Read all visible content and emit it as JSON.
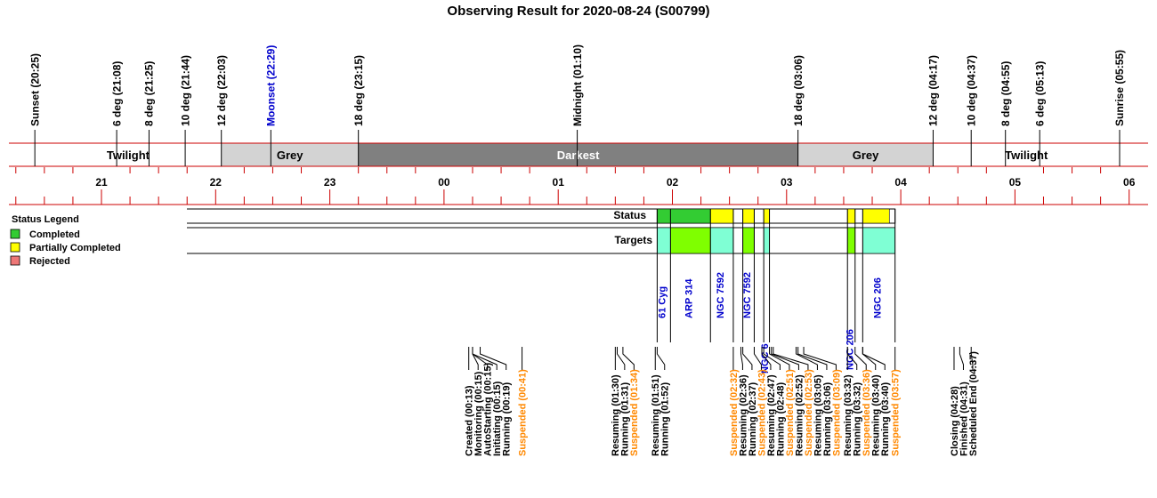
{
  "title": "Observing Result for 2020-08-24 (S00799)",
  "colors": {
    "frame": "#cc0000",
    "twilight": "#ffffff",
    "grey": "#d3d3d3",
    "darkest": "#808080",
    "completed": "#33cc33",
    "partial": "#ffff00",
    "rejected": "#ee7777",
    "target_a": "#7fffd4",
    "target_b": "#7fff00",
    "target_label": "#0000cc",
    "suspended": "#ff8800",
    "moonset": "#0000cc"
  },
  "chart_data": {
    "type": "timeline",
    "x_unit": "hour",
    "xlim": [
      "20:15",
      "06:10"
    ],
    "hour_ticks": [
      "21",
      "22",
      "23",
      "00",
      "01",
      "02",
      "03",
      "04",
      "05",
      "06"
    ],
    "sky_events": [
      {
        "label": "Sunset (20:25)",
        "time": "20:25",
        "color": "black"
      },
      {
        "label": "6 deg (21:08)",
        "time": "21:08",
        "color": "black"
      },
      {
        "label": "8 deg (21:25)",
        "time": "21:25",
        "color": "black"
      },
      {
        "label": "10 deg (21:44)",
        "time": "21:44",
        "color": "black"
      },
      {
        "label": "12 deg (22:03)",
        "time": "22:03",
        "color": "black"
      },
      {
        "label": "Moonset (22:29)",
        "time": "22:29",
        "color": "blue"
      },
      {
        "label": "18 deg (23:15)",
        "time": "23:15",
        "color": "black"
      },
      {
        "label": "Midnight (01:10)",
        "time": "01:10",
        "color": "black"
      },
      {
        "label": "18 deg (03:06)",
        "time": "03:06",
        "color": "black"
      },
      {
        "label": "12 deg (04:17)",
        "time": "04:17",
        "color": "black"
      },
      {
        "label": "10 deg (04:37)",
        "time": "04:37",
        "color": "black"
      },
      {
        "label": "8 deg (04:55)",
        "time": "04:55",
        "color": "black"
      },
      {
        "label": "6 deg (05:13)",
        "time": "05:13",
        "color": "black"
      },
      {
        "label": "Sunrise (05:55)",
        "time": "05:55",
        "color": "black"
      }
    ],
    "periods": [
      {
        "label": "Twilight",
        "start": "20:25",
        "end": "22:03",
        "kind": "twilight"
      },
      {
        "label": "Grey",
        "start": "22:03",
        "end": "23:15",
        "kind": "grey"
      },
      {
        "label": "Darkest",
        "start": "23:15",
        "end": "03:06",
        "kind": "darkest"
      },
      {
        "label": "Grey",
        "start": "03:06",
        "end": "04:17",
        "kind": "grey"
      },
      {
        "label": "Twilight",
        "start": "04:17",
        "end": "05:55",
        "kind": "twilight"
      }
    ],
    "legend": {
      "title": "Status Legend",
      "items": [
        {
          "label": "Completed",
          "kind": "completed"
        },
        {
          "label": "Partially Completed",
          "kind": "partial"
        },
        {
          "label": "Rejected",
          "kind": "rejected"
        }
      ]
    },
    "rows": {
      "status_label": "Status",
      "targets_label": "Targets"
    },
    "status_segments": [
      {
        "start": "01:52",
        "end": "02:20",
        "kind": "completed"
      },
      {
        "start": "02:20",
        "end": "02:32",
        "kind": "partial"
      },
      {
        "start": "02:37",
        "end": "02:43",
        "kind": "partial"
      },
      {
        "start": "02:48",
        "end": "02:51",
        "kind": "partial"
      },
      {
        "start": "03:32",
        "end": "03:36",
        "kind": "partial"
      },
      {
        "start": "03:40",
        "end": "03:54",
        "kind": "partial"
      }
    ],
    "status_line_end": "03:57",
    "targets": [
      {
        "label": "61 Cyg",
        "start": "01:52",
        "end": "01:59",
        "fill": "target_a",
        "text_color": "target_label"
      },
      {
        "label": "ARP 314",
        "start": "01:59",
        "end": "02:20",
        "fill": "target_b",
        "text_color": "target_label"
      },
      {
        "label": "NGC 7592",
        "start": "02:20",
        "end": "02:32",
        "fill": "target_a",
        "text_color": "target_label"
      },
      {
        "label": "NGC 7592",
        "start": "02:37",
        "end": "02:43",
        "fill": "target_b",
        "text_color": "target_label"
      },
      {
        "label": "NGC 6",
        "start": "02:48",
        "end": "02:51",
        "fill": "target_a",
        "text_color": "target_label"
      },
      {
        "label": "NGC 206",
        "start": "03:32",
        "end": "03:36",
        "fill": "target_b",
        "text_color": "target_label"
      },
      {
        "label": "NGC 206",
        "start": "03:40",
        "end": "03:57",
        "fill": "target_a",
        "text_color": "target_label"
      }
    ],
    "target_lines": [
      "01:52",
      "01:59",
      "02:20",
      "02:32",
      "02:37",
      "02:43",
      "02:48",
      "02:51",
      "03:32",
      "03:36",
      "03:40",
      "03:57"
    ],
    "log_events": [
      {
        "label": "Created (00:13)",
        "time": "00:13",
        "color": "black"
      },
      {
        "label": "Monitoring (00:15)",
        "time": "00:15",
        "color": "black"
      },
      {
        "label": "AutoStarting (00:15)",
        "time": "00:15",
        "color": "black"
      },
      {
        "label": "Initiating (00:15)",
        "time": "00:15",
        "color": "black"
      },
      {
        "label": "Running (00:19)",
        "time": "00:19",
        "color": "black"
      },
      {
        "label": "Suspended (00:41)",
        "time": "00:41",
        "color": "orange"
      },
      {
        "label": "Resuming (01:30)",
        "time": "01:30",
        "color": "black"
      },
      {
        "label": "Running (01:31)",
        "time": "01:31",
        "color": "black"
      },
      {
        "label": "Suspended (01:34)",
        "time": "01:34",
        "color": "orange"
      },
      {
        "label": "Resuming (01:51)",
        "time": "01:51",
        "color": "black"
      },
      {
        "label": "Running (01:52)",
        "time": "01:52",
        "color": "black"
      },
      {
        "label": "Suspended (02:32)",
        "time": "02:32",
        "color": "orange"
      },
      {
        "label": "Resuming (02:36)",
        "time": "02:36",
        "color": "black"
      },
      {
        "label": "Running (02:37)",
        "time": "02:37",
        "color": "black"
      },
      {
        "label": "Suspended (02:43)",
        "time": "02:43",
        "color": "orange"
      },
      {
        "label": "Resuming (02:47)",
        "time": "02:47",
        "color": "black"
      },
      {
        "label": "Running (02:48)",
        "time": "02:48",
        "color": "black"
      },
      {
        "label": "Suspended (02:51)",
        "time": "02:51",
        "color": "orange"
      },
      {
        "label": "Resuming (02:52)",
        "time": "02:52",
        "color": "black"
      },
      {
        "label": "Suspended (02:53)",
        "time": "02:53",
        "color": "orange"
      },
      {
        "label": "Resuming (03:05)",
        "time": "03:05",
        "color": "black"
      },
      {
        "label": "Running (03:06)",
        "time": "03:06",
        "color": "black"
      },
      {
        "label": "Suspended (03:09)",
        "time": "03:09",
        "color": "orange"
      },
      {
        "label": "Resuming (03:32)",
        "time": "03:32",
        "color": "black"
      },
      {
        "label": "Running (03:32)",
        "time": "03:32",
        "color": "black"
      },
      {
        "label": "Suspended (03:36)",
        "time": "03:36",
        "color": "orange"
      },
      {
        "label": "Resuming (03:40)",
        "time": "03:40",
        "color": "black"
      },
      {
        "label": "Running (03:40)",
        "time": "03:40",
        "color": "black"
      },
      {
        "label": "Suspended (03:57)",
        "time": "03:57",
        "color": "orange"
      },
      {
        "label": "Closing (04:28)",
        "time": "04:28",
        "color": "black"
      },
      {
        "label": "Finished (04:31)",
        "time": "04:31",
        "color": "black"
      },
      {
        "label": "Scheduled End (04:37)",
        "time": "04:37",
        "color": "black"
      }
    ]
  }
}
